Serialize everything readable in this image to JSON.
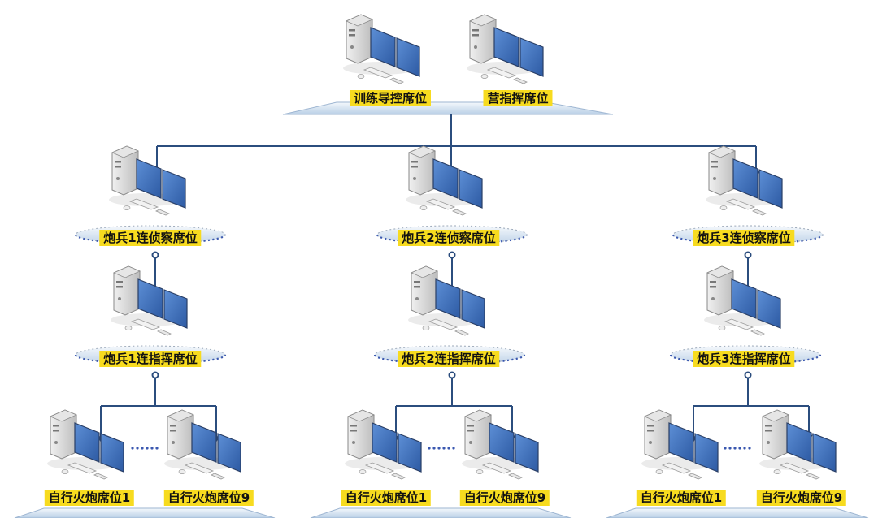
{
  "top_labels": [
    "训练导控席位",
    "营指挥席位"
  ],
  "branches": [
    {
      "recon_label": "炮兵1连侦察席位",
      "command_label": "炮兵1连指挥席位",
      "gun_labels": [
        "自行火炮席位1",
        "自行火炮席位9"
      ]
    },
    {
      "recon_label": "炮兵2连侦察席位",
      "command_label": "炮兵2连指挥席位",
      "gun_labels": [
        "自行火炮席位1",
        "自行火炮席位9"
      ]
    },
    {
      "recon_label": "炮兵3连侦察席位",
      "command_label": "炮兵3连指挥席位",
      "gun_labels": [
        "自行火炮席位1",
        "自行火炮席位9"
      ]
    }
  ],
  "colors": {
    "line": "#2b4d7e",
    "label_bg": "#f7db1f",
    "monitor": "#3f6fb8",
    "platform": "#cfe0f2",
    "dots": "#3a58b0"
  },
  "icons": [
    "workstation-icon"
  ]
}
